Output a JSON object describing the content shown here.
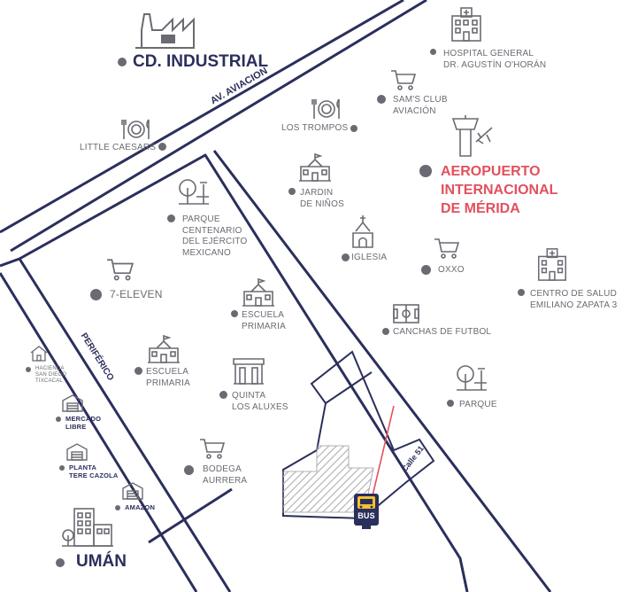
{
  "map": {
    "cities": {
      "industrial": "CD. INDUSTRIAL",
      "uman": "UMÁN"
    },
    "airport": [
      "AEROPUERTO",
      "INTERNACIONAL",
      "DE MÉRIDA"
    ],
    "roads": {
      "aviacion": "AV. AVIACION",
      "periferico": "PERIFÉRICO",
      "calle51": "Calle 51"
    },
    "places": {
      "hospital": [
        "HOSPITAL GENERAL",
        "DR. AGUSTÍN O'HORÁN"
      ],
      "sams": [
        "SAM'S CLUB",
        "AVIACIÓN"
      ],
      "trompos": "LOS TROMPOS",
      "little_caesars": "LITTLE CAESARS",
      "jardin": [
        "JARDIN",
        "DE NIÑOS"
      ],
      "parque_centenario": [
        "PARQUE",
        "CENTENARIO",
        "DEL EJÉRCITO",
        "MEXICANO"
      ],
      "iglesia": "IGLESIA",
      "oxxo": "OXXO",
      "centro_salud": [
        "CENTRO DE SALUD",
        "EMILIANO ZAPATA 3"
      ],
      "seven_eleven": "7-ELEVEN",
      "escuela_primaria_1": [
        "ESCUELA",
        "PRIMARIA"
      ],
      "canchas": "CANCHAS DE FUTBOL",
      "escuela_primaria_2": [
        "ESCUELA",
        "PRIMARIA"
      ],
      "quinta": [
        "QUINTA",
        "LOS ALUXES"
      ],
      "parque": "PARQUE",
      "bodega": [
        "BODEGA",
        "AURRERA"
      ],
      "hacienda": [
        "HACIENDA",
        "SAN DIEGO",
        "TIXCACAL"
      ],
      "mercado": [
        "MERCADO",
        "LIBRE"
      ],
      "planta": [
        "PLANTA",
        "TERE CAZOLA"
      ],
      "amazon": "AMAZON"
    },
    "bus_label": "BUS",
    "colors": {
      "road": "#2b2f5c",
      "text": "#6a6b72",
      "accent": "#e2505d",
      "icon": "#6a6b72",
      "hatch": "#b4b4b8",
      "bus": "#f2c230"
    }
  }
}
